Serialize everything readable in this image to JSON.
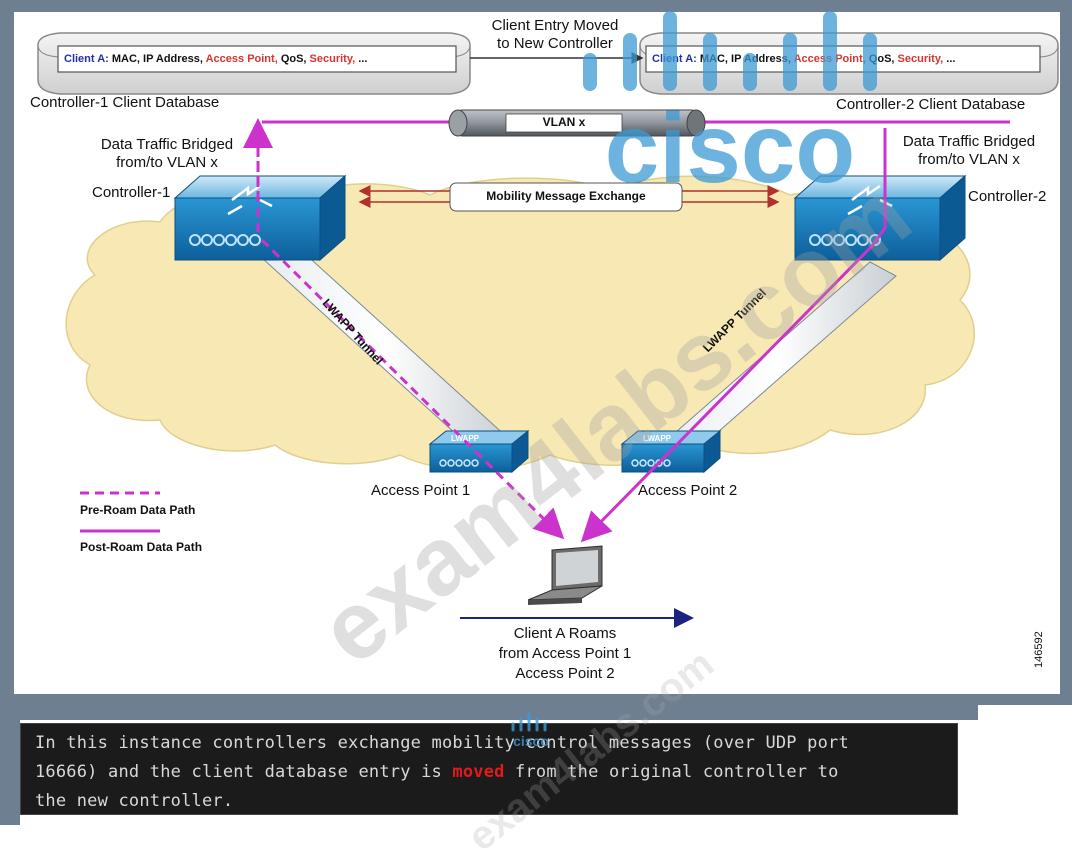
{
  "diagram": {
    "client_entry_moved": [
      "Client Entry Moved",
      "to New Controller"
    ],
    "db1_label": "Controller-1 Client Database",
    "db2_label": "Controller-2 Client Database",
    "client_record": {
      "client": "Client A:",
      "mac_ip": "MAC, IP Address,",
      "access_point": "Access Point,",
      "qos": "QoS,",
      "security": "Security,",
      "more": "..."
    },
    "vlan": "VLAN x",
    "bridged_left": [
      "Data Traffic Bridged",
      "from/to VLAN x"
    ],
    "bridged_right": [
      "Data Traffic Bridged",
      "from/to VLAN x"
    ],
    "controller1": "Controller-1",
    "controller2": "Controller-2",
    "mobility": "Mobility Message Exchange",
    "tunnel_left": "LWAPP Tunnel",
    "tunnel_right": "LWAPP Tunnel",
    "ap1": "Access Point 1",
    "ap2": "Access Point 2",
    "ap_badge": "LWAPP",
    "legend_pre": "Pre-Roam Data Path",
    "legend_post": "Post-Roam Data Path",
    "roam": [
      "Client A Roams",
      "from Access Point 1",
      "Access Point 2"
    ],
    "figure_number": "146592"
  },
  "caption": {
    "line1": "In this instance controllers exchange mobility control messages (over UDP port",
    "line2_a": "16666) and the client database entry is ",
    "line2_hl": "moved",
    "line2_b": " from the original controller to",
    "line3": "the new controller."
  },
  "watermark": {
    "text": "exam4labs.com",
    "brand": "cisco"
  },
  "colors": {
    "frame": "#6f7f92",
    "cloud": "#f8e9b4",
    "path": "#cc33cc",
    "controller": "#1f86c8",
    "highlight": "#e01b1b",
    "caption_bg": "#1b1b1b",
    "watermark_logo": "#3d9ad6"
  }
}
